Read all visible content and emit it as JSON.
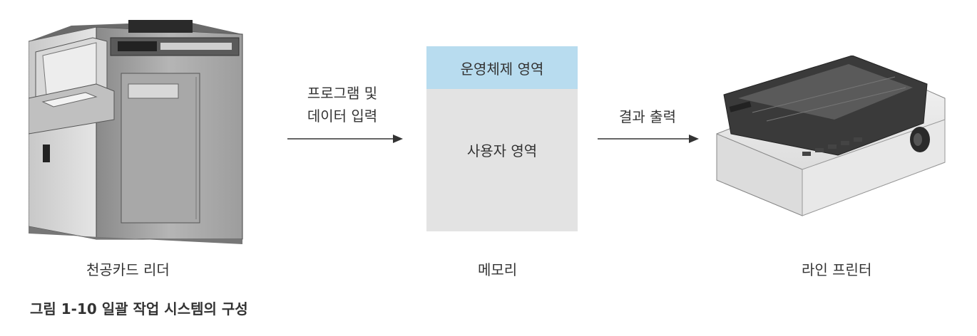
{
  "memory": {
    "os_area": "운영체제 영역",
    "user_area": "사용자 영역",
    "os_color": "#b8dcef",
    "user_color": "#e3e3e3"
  },
  "arrows": {
    "input_line1": "프로그램 및",
    "input_line2": "데이터 입력",
    "output": "결과 출력"
  },
  "captions": {
    "card_reader": "천공카드 리더",
    "memory": "메모리",
    "printer": "라인 프린터"
  },
  "figure_caption": "그림 1-10  일괄 작업 시스템의 구성",
  "icons": {
    "card_reader": "card-reader-photo",
    "printer": "line-printer-photo"
  }
}
